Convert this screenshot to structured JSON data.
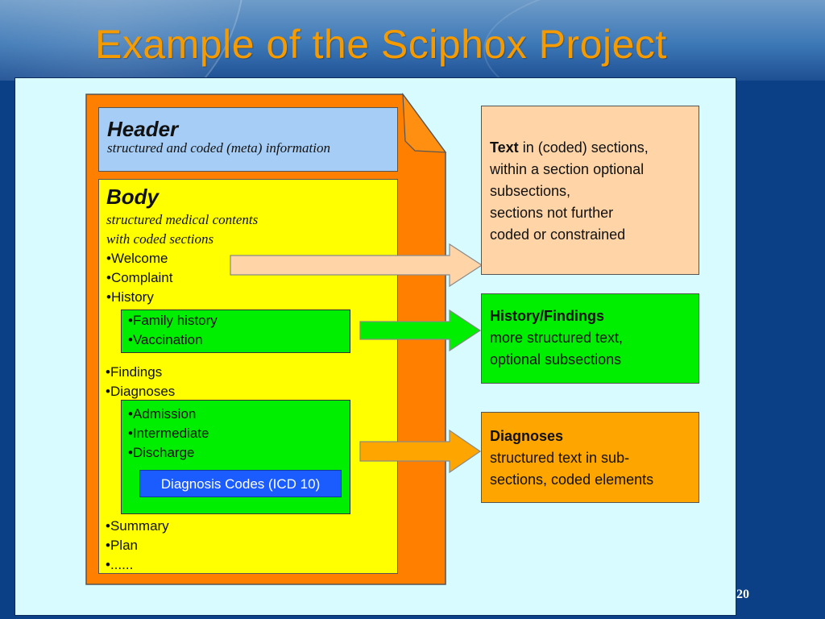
{
  "slide": {
    "title": "Example of the Sciphox Project",
    "page_number": "20"
  },
  "document": {
    "header": {
      "title": "Header",
      "subtitle": "structured and coded (meta) information"
    },
    "body": {
      "title": "Body",
      "subtitle_line1": "structured medical contents",
      "subtitle_line2": "with coded sections",
      "items_top": [
        "•Welcome",
        "•Complaint",
        "•History"
      ],
      "history_sub": [
        "•Family history",
        "•Vaccination"
      ],
      "items_mid": [
        "•Findings",
        "•Diagnoses"
      ],
      "diagnoses_sub": [
        "•Admission",
        "•Intermediate",
        "•Discharge"
      ],
      "icd_label": "Diagnosis Codes (ICD 10)",
      "items_bottom": [
        "•Summary",
        "•Plan",
        "•......"
      ]
    }
  },
  "callouts": {
    "text_box": {
      "bold": "Text",
      "rest_first": " in (coded) sections,",
      "lines": [
        "within a section optional",
        "subsections,",
        "sections not further",
        "coded or constrained"
      ]
    },
    "history_box": {
      "bold": "History/Findings",
      "lines": [
        "more structured text,",
        "optional subsections"
      ]
    },
    "diagnoses_box": {
      "bold": "Diagnoses",
      "lines": [
        "structured text in sub-",
        "sections, coded elements"
      ]
    }
  },
  "colors": {
    "title": "#f59b00",
    "panel": "#d7fbfe",
    "document_frame": "#ff7f00",
    "header_section": "#a6cdf5",
    "body_section": "#ffff00",
    "subsection": "#00ee00",
    "icd_box": "#1a5cff",
    "text_callout": "#ffd5a8",
    "history_callout": "#00ee00",
    "diagnoses_callout": "#ffa500"
  }
}
